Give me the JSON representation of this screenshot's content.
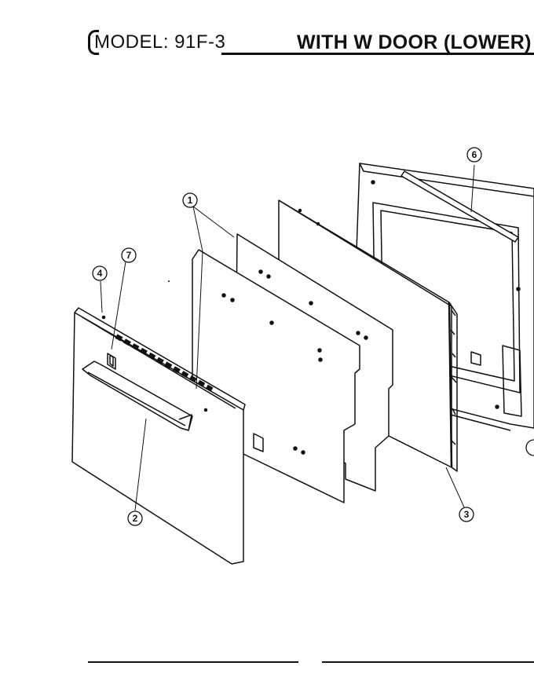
{
  "header": {
    "model": "MODEL: 91F-3",
    "title": "WITH W DOOR (LOWER)"
  },
  "callouts": [
    {
      "id": "1",
      "label": "1"
    },
    {
      "id": "2",
      "label": "2"
    },
    {
      "id": "3",
      "label": "3"
    },
    {
      "id": "4",
      "label": "4"
    },
    {
      "id": "6",
      "label": "6"
    },
    {
      "id": "7",
      "label": "7"
    }
  ]
}
